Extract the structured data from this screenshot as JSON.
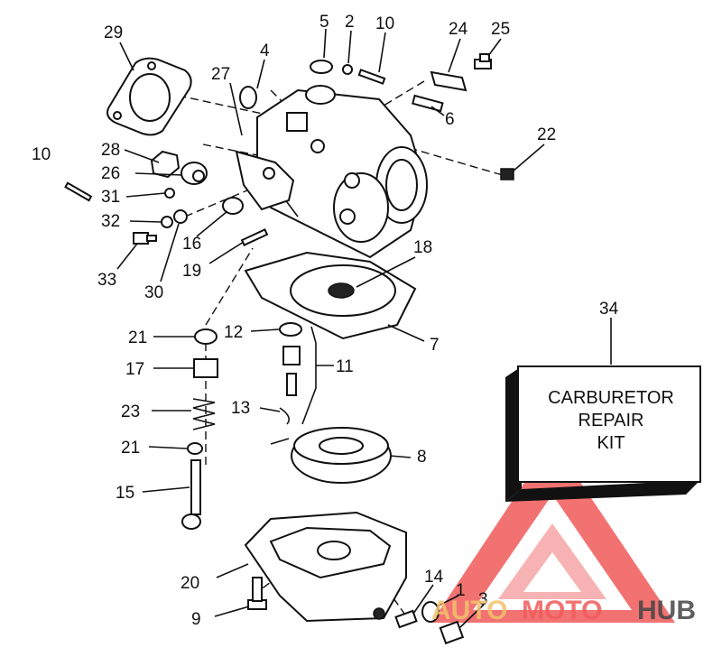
{
  "callouts": [
    {
      "key": "c29",
      "text": "29"
    },
    {
      "key": "c5",
      "text": "5"
    },
    {
      "key": "c2",
      "text": "2"
    },
    {
      "key": "c10a",
      "text": "10"
    },
    {
      "key": "c24",
      "text": "24"
    },
    {
      "key": "c25",
      "text": "25"
    },
    {
      "key": "c4",
      "text": "4"
    },
    {
      "key": "c27",
      "text": "27"
    },
    {
      "key": "c6",
      "text": "6"
    },
    {
      "key": "c22",
      "text": "22"
    },
    {
      "key": "c10b",
      "text": "10"
    },
    {
      "key": "c28",
      "text": "28"
    },
    {
      "key": "c26",
      "text": "26"
    },
    {
      "key": "c31",
      "text": "31"
    },
    {
      "key": "c32",
      "text": "32"
    },
    {
      "key": "c16",
      "text": "16"
    },
    {
      "key": "c33",
      "text": "33"
    },
    {
      "key": "c19",
      "text": "19"
    },
    {
      "key": "c30",
      "text": "30"
    },
    {
      "key": "c18",
      "text": "18"
    },
    {
      "key": "c34",
      "text": "34"
    },
    {
      "key": "c21a",
      "text": "21"
    },
    {
      "key": "c12",
      "text": "12"
    },
    {
      "key": "c7",
      "text": "7"
    },
    {
      "key": "c17",
      "text": "17"
    },
    {
      "key": "c11",
      "text": "11"
    },
    {
      "key": "c23",
      "text": "23"
    },
    {
      "key": "c13",
      "text": "13"
    },
    {
      "key": "c21b",
      "text": "21"
    },
    {
      "key": "c8",
      "text": "8"
    },
    {
      "key": "c15",
      "text": "15"
    },
    {
      "key": "c20",
      "text": "20"
    },
    {
      "key": "c14",
      "text": "14"
    },
    {
      "key": "c1",
      "text": "1"
    },
    {
      "key": "c3",
      "text": "3"
    },
    {
      "key": "c9",
      "text": "9"
    }
  ],
  "kit_box": {
    "line1": "CARBURETOR",
    "line2": "REPAIR",
    "line3": "KIT"
  },
  "watermark": {
    "part1": "AUTO",
    "part2": "MOTO",
    "part3": "HUB",
    "color_main": "#f05a5a",
    "color_light": "#f6a6a6",
    "color_gold": "#f2c26b",
    "color_dark": "#444444"
  }
}
